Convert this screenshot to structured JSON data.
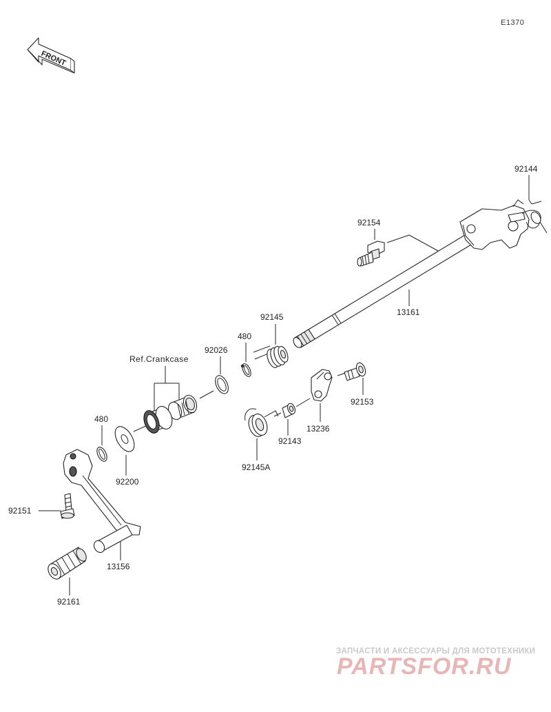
{
  "diagram": {
    "code": "E1370",
    "front_label": "FRONT",
    "ref_label": "Ref.Crankcase",
    "parts": {
      "p92144": "92144",
      "p92154": "92154",
      "p13161": "13161",
      "p92145": "92145",
      "p480a": "480",
      "p92026": "92026",
      "p92153": "92153",
      "p13236": "13236",
      "p92143": "92143",
      "p92145A": "92145A",
      "p480b": "480",
      "p92200": "92200",
      "p92151": "92151",
      "p13156": "13156",
      "p92161": "92161"
    }
  },
  "watermark": {
    "tagline": "ЗАПЧАСТИ И АКСЕССУАРЫ ДЛЯ МОТОТЕХНИКИ",
    "logo": "PARTSFOR.RU"
  }
}
